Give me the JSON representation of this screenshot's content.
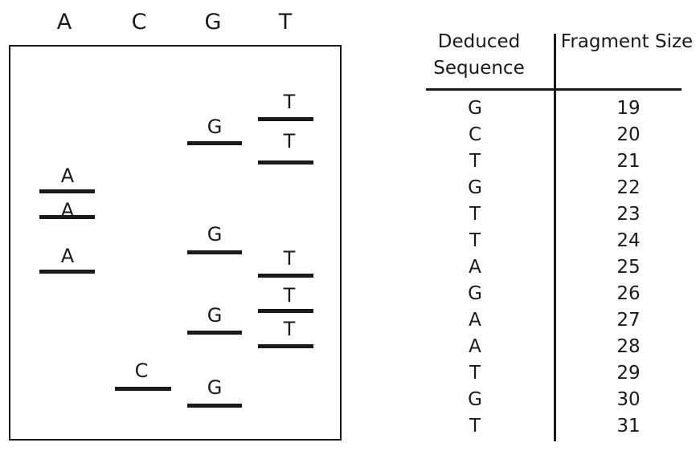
{
  "lanes": [
    "A",
    "C",
    "G",
    "T"
  ],
  "bands": [
    {
      "lane": "T",
      "label": "T"
    },
    {
      "lane": "G",
      "label": "G"
    },
    {
      "lane": "T",
      "label": "T"
    },
    {
      "lane": "A",
      "label": "A"
    },
    {
      "lane": "A",
      "label": "A"
    },
    {
      "lane": "G",
      "label": "G"
    },
    {
      "lane": "A",
      "label": "A"
    },
    {
      "lane": "T",
      "label": "T"
    },
    {
      "lane": "T",
      "label": "T"
    },
    {
      "lane": "G",
      "label": "G"
    },
    {
      "lane": "T",
      "label": "T"
    },
    {
      "lane": "C",
      "label": "C"
    },
    {
      "lane": "G",
      "label": "G"
    }
  ],
  "table": {
    "header_sequence": "Deduced\nSequence",
    "header_sequence_line1": "Deduced",
    "header_sequence_line2": "Sequence",
    "header_size": "Fragment Size",
    "rows": [
      {
        "base": "G",
        "size": "19"
      },
      {
        "base": "C",
        "size": "20"
      },
      {
        "base": "T",
        "size": "21"
      },
      {
        "base": "G",
        "size": "22"
      },
      {
        "base": "T",
        "size": "23"
      },
      {
        "base": "T",
        "size": "24"
      },
      {
        "base": "A",
        "size": "25"
      },
      {
        "base": "G",
        "size": "26"
      },
      {
        "base": "A",
        "size": "27"
      },
      {
        "base": "A",
        "size": "28"
      },
      {
        "base": "T",
        "size": "29"
      },
      {
        "base": "G",
        "size": "30"
      },
      {
        "base": "T",
        "size": "31"
      }
    ]
  }
}
